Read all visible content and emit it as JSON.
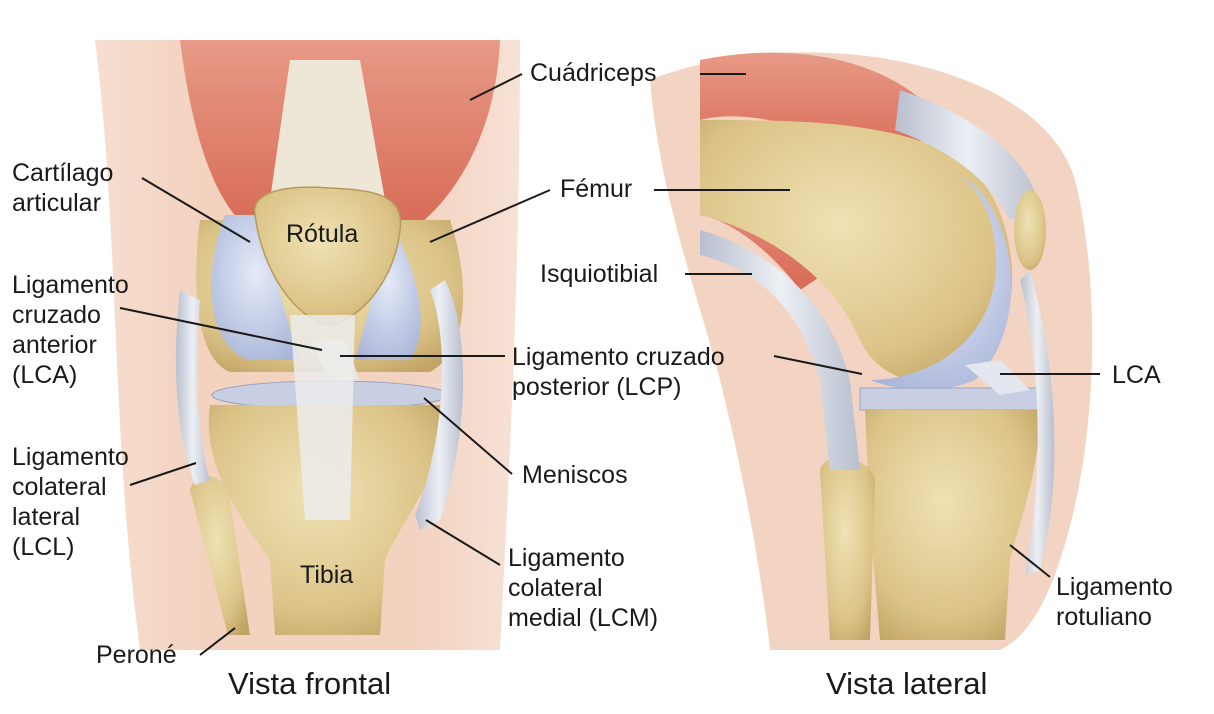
{
  "labels": {
    "quadriceps": "Cuádriceps",
    "cartilage": "Cartílago\narticular",
    "femur": "Fémur",
    "acl_front": "Ligamento\ncruzado\nanterior\n(LCA)",
    "hamstring": "Isquiotibial",
    "pcl": "Ligamento cruzado\nposterior (LCP)",
    "acl_side": "LCA",
    "lcl": "Ligamento\ncolateral\nlateral\n(LCL)",
    "menisci": "Meniscos",
    "mcl": "Ligamento\ncolateral\nmedial (LCM)",
    "patellar_ligament": "Ligamento\nrotuliano",
    "fibula": "Peroné",
    "patella": "Rótula",
    "tibia": "Tibia"
  },
  "captions": {
    "front": "Vista frontal",
    "side": "Vista lateral"
  }
}
